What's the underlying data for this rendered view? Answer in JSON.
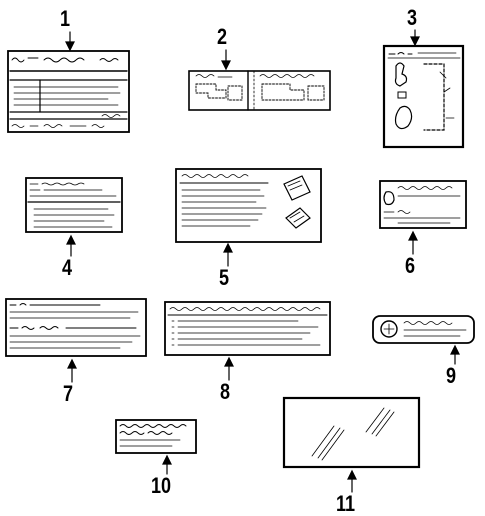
{
  "callouts": [
    {
      "number": "1",
      "part": "label-1"
    },
    {
      "number": "2",
      "part": "label-2"
    },
    {
      "number": "3",
      "part": "label-3"
    },
    {
      "number": "4",
      "part": "label-4"
    },
    {
      "number": "5",
      "part": "label-5"
    },
    {
      "number": "6",
      "part": "label-6"
    },
    {
      "number": "7",
      "part": "label-7"
    },
    {
      "number": "8",
      "part": "label-8"
    },
    {
      "number": "9",
      "part": "label-9"
    },
    {
      "number": "10",
      "part": "label-10"
    },
    {
      "number": "11",
      "part": "label-11"
    }
  ],
  "colors": {
    "ink": "#000000",
    "paper": "#ffffff"
  }
}
